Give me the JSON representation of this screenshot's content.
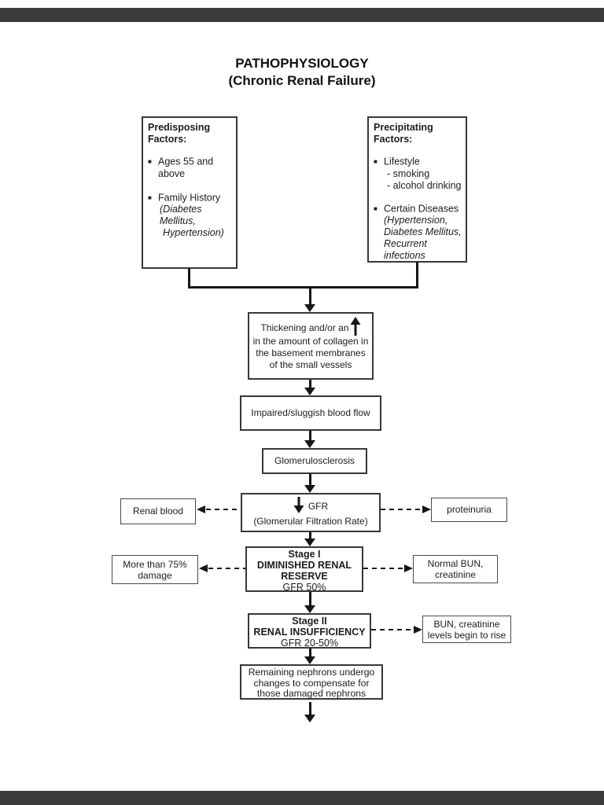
{
  "glyphs": {
    "bullet": "■"
  },
  "colors": {
    "viewer_bar": "#3b3b3b",
    "ink": "#1c1c1c"
  },
  "title": {
    "line1": "PATHOPHYSIOLOGY",
    "line2": "(Chronic Renal Failure)"
  },
  "predisposing": {
    "heading_line1": "Predisposing",
    "heading_line2": "Factors:",
    "item1_line1": "Ages 55 and",
    "item1_line2": "above",
    "item2": "Family History",
    "item2_note_line1": "(Diabetes Mellitus,",
    "item2_note_line2": "Hypertension)"
  },
  "precipitating": {
    "heading_line1": "Precipitating",
    "heading_line2": "Factors:",
    "item1": "Lifestyle",
    "item1_sub1": "- smoking",
    "item1_sub2": "- alcohol drinking",
    "item2": "Certain Diseases",
    "item2_note_line1": "(Hypertension,",
    "item2_note_line2": "Diabetes Mellitus,",
    "item2_note_line3": "Recurrent",
    "item2_note_line4": "infections"
  },
  "flow": {
    "collagen_line1": "Thickening and/or an",
    "collagen_line2": "in the amount of collagen in",
    "collagen_line3": "the basement membranes",
    "collagen_line4": "of the small vessels",
    "impaired": "Impaired/sluggish blood flow",
    "glomerulosclerosis": "Glomerulosclerosis",
    "gfr": "GFR",
    "gfr_sub": "(Glomerular Filtration Rate)",
    "stage1_title": "Stage I",
    "stage1_name_line1": "DIMINISHED RENAL",
    "stage1_name_line2": "RESERVE",
    "stage1_gfr": "GFR 50%",
    "stage2_title": "Stage II",
    "stage2_name": "RENAL INSUFFICIENCY",
    "stage2_gfr": "GFR 20-50%",
    "remaining_line1": "Remaining nephrons undergo",
    "remaining_line2": "changes to compensate for",
    "remaining_line3": "those damaged nephrons"
  },
  "side_notes": {
    "renal_blood": "Renal blood",
    "proteinuria": "proteinuria",
    "more_damage_line1": "More than 75%",
    "more_damage_line2": "damage",
    "normal_bun_line1": "Normal BUN,",
    "normal_bun_line2": "creatinine",
    "bun_rise_line1": "BUN, creatinine",
    "bun_rise_line2": "levels begin to rise"
  }
}
